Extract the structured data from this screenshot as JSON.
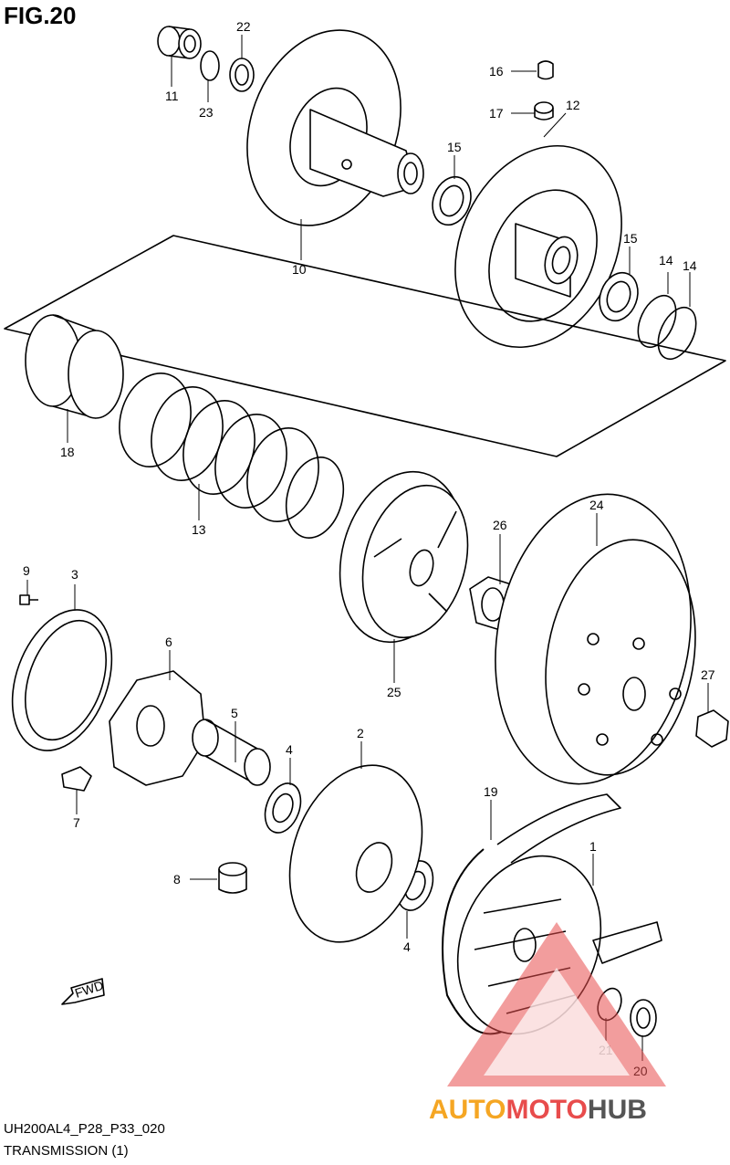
{
  "figure": {
    "title": "FIG.20",
    "code": "UH200AL4_P28_P33_020",
    "caption": "TRANSMISSION (1)"
  },
  "direction_marker": "FWD",
  "watermark": {
    "word_a": "AUTO",
    "word_b": "MOTO",
    "word_c": "HUB",
    "color_a": "#f5a623",
    "color_b": "#e84c4c",
    "color_c": "#555555"
  },
  "callouts": [
    "22",
    "11",
    "23",
    "10",
    "16",
    "17",
    "12",
    "15",
    "15",
    "14",
    "14",
    "18",
    "13",
    "24",
    "26",
    "25",
    "9",
    "3",
    "6",
    "5",
    "4",
    "27",
    "2",
    "7",
    "19",
    "8",
    "1",
    "4",
    "21",
    "20"
  ]
}
